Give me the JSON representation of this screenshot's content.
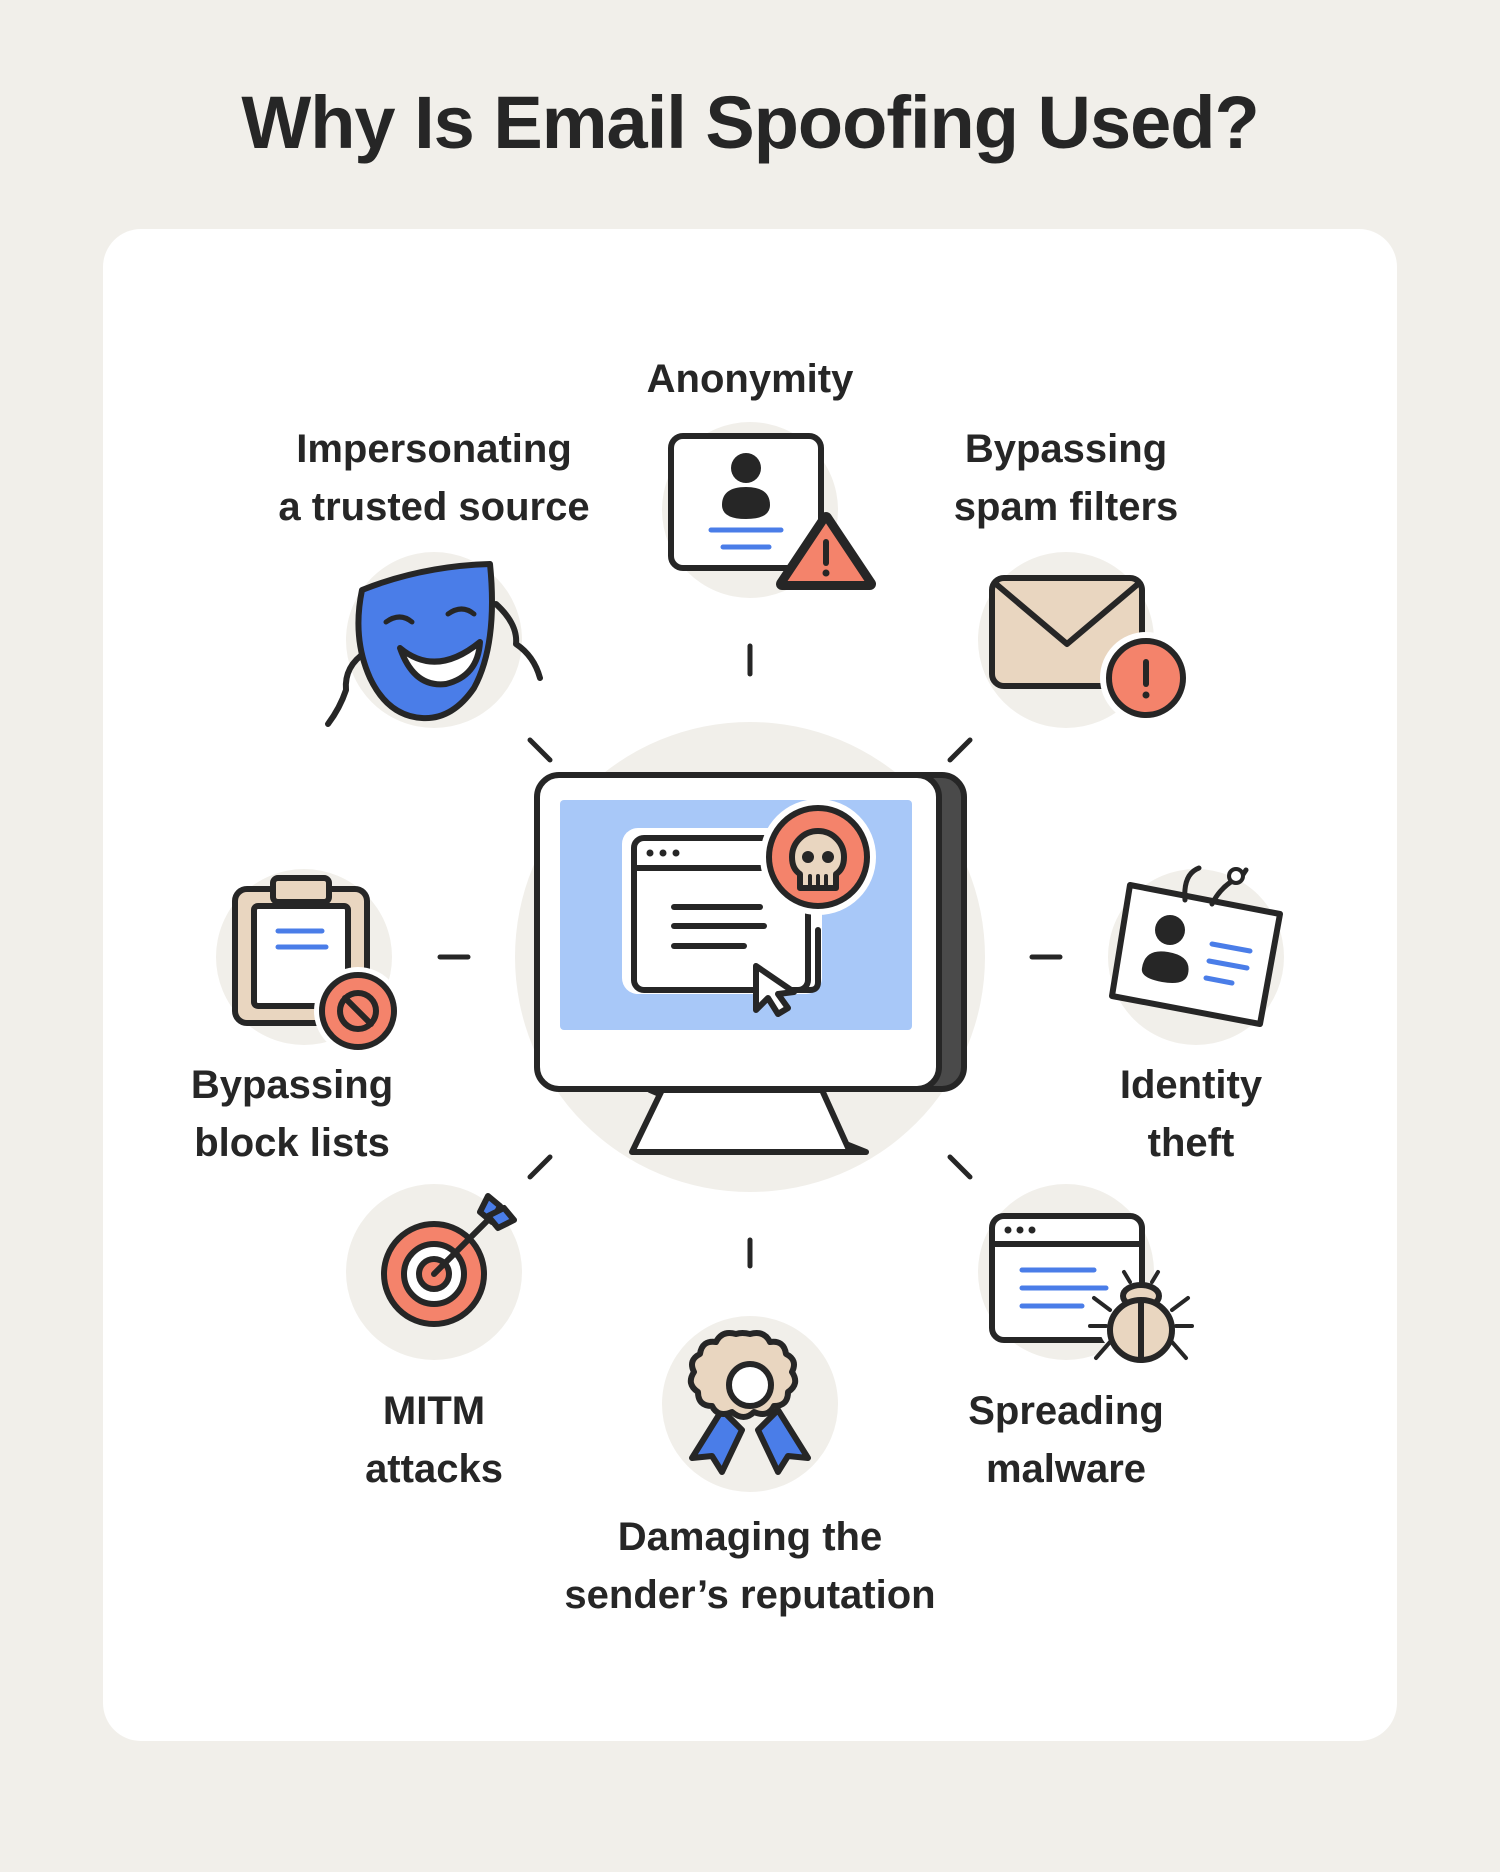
{
  "title": "Why Is Email Spoofing Used?",
  "reasons": [
    {
      "key": "anonymity",
      "lines": [
        "Anonymity"
      ],
      "icon": "id-card-warning-icon"
    },
    {
      "key": "bypassing-spam-filters",
      "lines": [
        "Bypassing",
        "spam filters"
      ],
      "icon": "envelope-alert-icon"
    },
    {
      "key": "identity-theft",
      "lines": [
        "Identity",
        "theft"
      ],
      "icon": "id-badge-hook-icon"
    },
    {
      "key": "spreading-malware",
      "lines": [
        "Spreading",
        "malware"
      ],
      "icon": "browser-bug-icon"
    },
    {
      "key": "damaging-reputation",
      "lines": [
        "Damaging the",
        "sender’s reputation"
      ],
      "icon": "award-ribbon-icon"
    },
    {
      "key": "mitm-attacks",
      "lines": [
        "MITM",
        "attacks"
      ],
      "icon": "target-arrow-icon"
    },
    {
      "key": "bypassing-block-lists",
      "lines": [
        "Bypassing",
        "block lists"
      ],
      "icon": "clipboard-blocked-icon"
    },
    {
      "key": "impersonating",
      "lines": [
        "Impersonating",
        "a trusted source"
      ],
      "icon": "theater-mask-icon"
    }
  ],
  "colors": {
    "background": "#f1efea",
    "card": "#ffffff",
    "stroke": "#262626",
    "blue": "#4a7de8",
    "light_blue": "#a8c8f8",
    "coral": "#f4836b",
    "tan": "#e9d6c0",
    "circle": "#f1efea"
  }
}
